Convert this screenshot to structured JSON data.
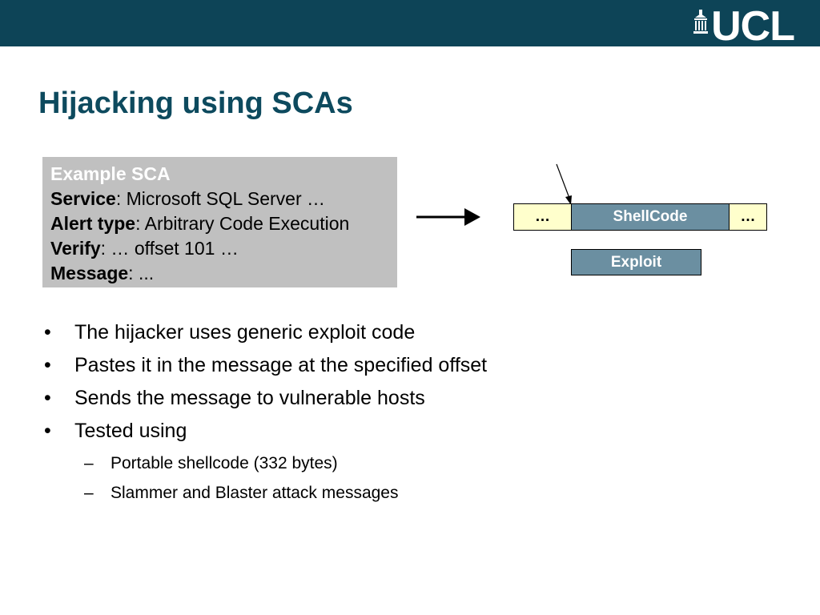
{
  "header": {
    "logo_text": "UCL",
    "bar_color": "#0d4457"
  },
  "title": "Hijacking using SCAs",
  "sca_box": {
    "heading": "Example SCA",
    "fields": [
      {
        "label": "Service",
        "value": ": Microsoft SQL Server …"
      },
      {
        "label": "Alert type",
        "value": ": Arbitrary Code Execution"
      },
      {
        "label": "Verify",
        "value": ": … offset 101 …"
      },
      {
        "label": "Message",
        "value": ": ..."
      }
    ]
  },
  "diagram": {
    "buffer_left": "…",
    "buffer_middle": "ShellCode",
    "buffer_right": "…",
    "exploit_label": "Exploit"
  },
  "bullets": [
    "The hijacker uses generic exploit code",
    "Pastes it in the message at the specified offset",
    "Sends the message to vulnerable hosts",
    "Tested using"
  ],
  "sub_bullets": [
    "Portable shellcode (332 bytes)",
    "Slammer and Blaster attack messages"
  ],
  "markers": {
    "bullet": "•",
    "dash": "–"
  }
}
